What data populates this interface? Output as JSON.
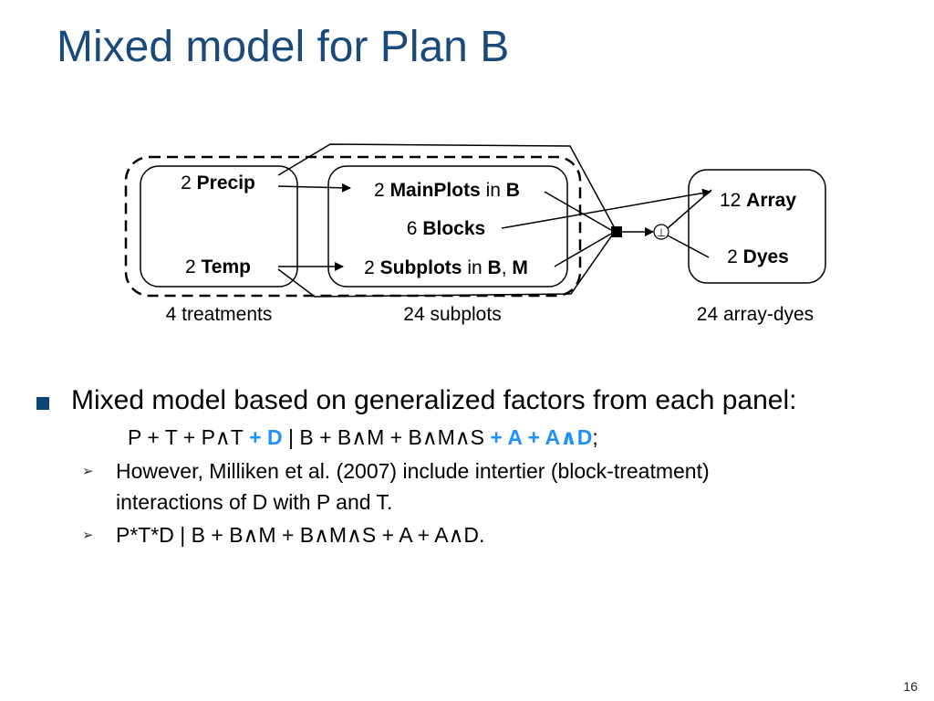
{
  "title": "Mixed model for Plan B",
  "diagram": {
    "treatments_panel": {
      "precip": {
        "count": "2",
        "name": "Precip"
      },
      "temp": {
        "count": "2",
        "name": "Temp"
      },
      "caption": "4 treatments"
    },
    "subplots_panel": {
      "mainplots": {
        "count": "2",
        "name": "MainPlots",
        "in": "in",
        "nest": "B"
      },
      "blocks": {
        "count": "6",
        "name": "Blocks"
      },
      "subplots": {
        "count": "2",
        "name": "Subplots",
        "in": "in",
        "nest": "B",
        "sep": ",",
        "nest2": "M"
      },
      "caption": "24 subplots"
    },
    "arraydyes_panel": {
      "array": {
        "count": "12",
        "name": "Array"
      },
      "dyes": {
        "count": "2",
        "name": "Dyes"
      },
      "caption": "24 array-dyes"
    },
    "nodes": {
      "square": "join-square",
      "circle": "orthogonal-circle"
    },
    "orth_symbol": "⊥"
  },
  "bullets": {
    "main": "Mixed model based on generalized factors from each panel:",
    "formula": {
      "part1": "P + T + P∧T",
      "hl1": " + D",
      "part2": " | B + B∧M + B∧M∧S",
      "hl2": " + A + A∧D",
      "end": ";"
    },
    "sub1_line1": "However, Milliken et al. (2007) include intertier (block-treatment)",
    "sub1_line2": "interactions of D with P and T.",
    "sub2": "P*T*D | B + B∧M + B∧M∧S + A + A∧D."
  },
  "page_number": "16"
}
